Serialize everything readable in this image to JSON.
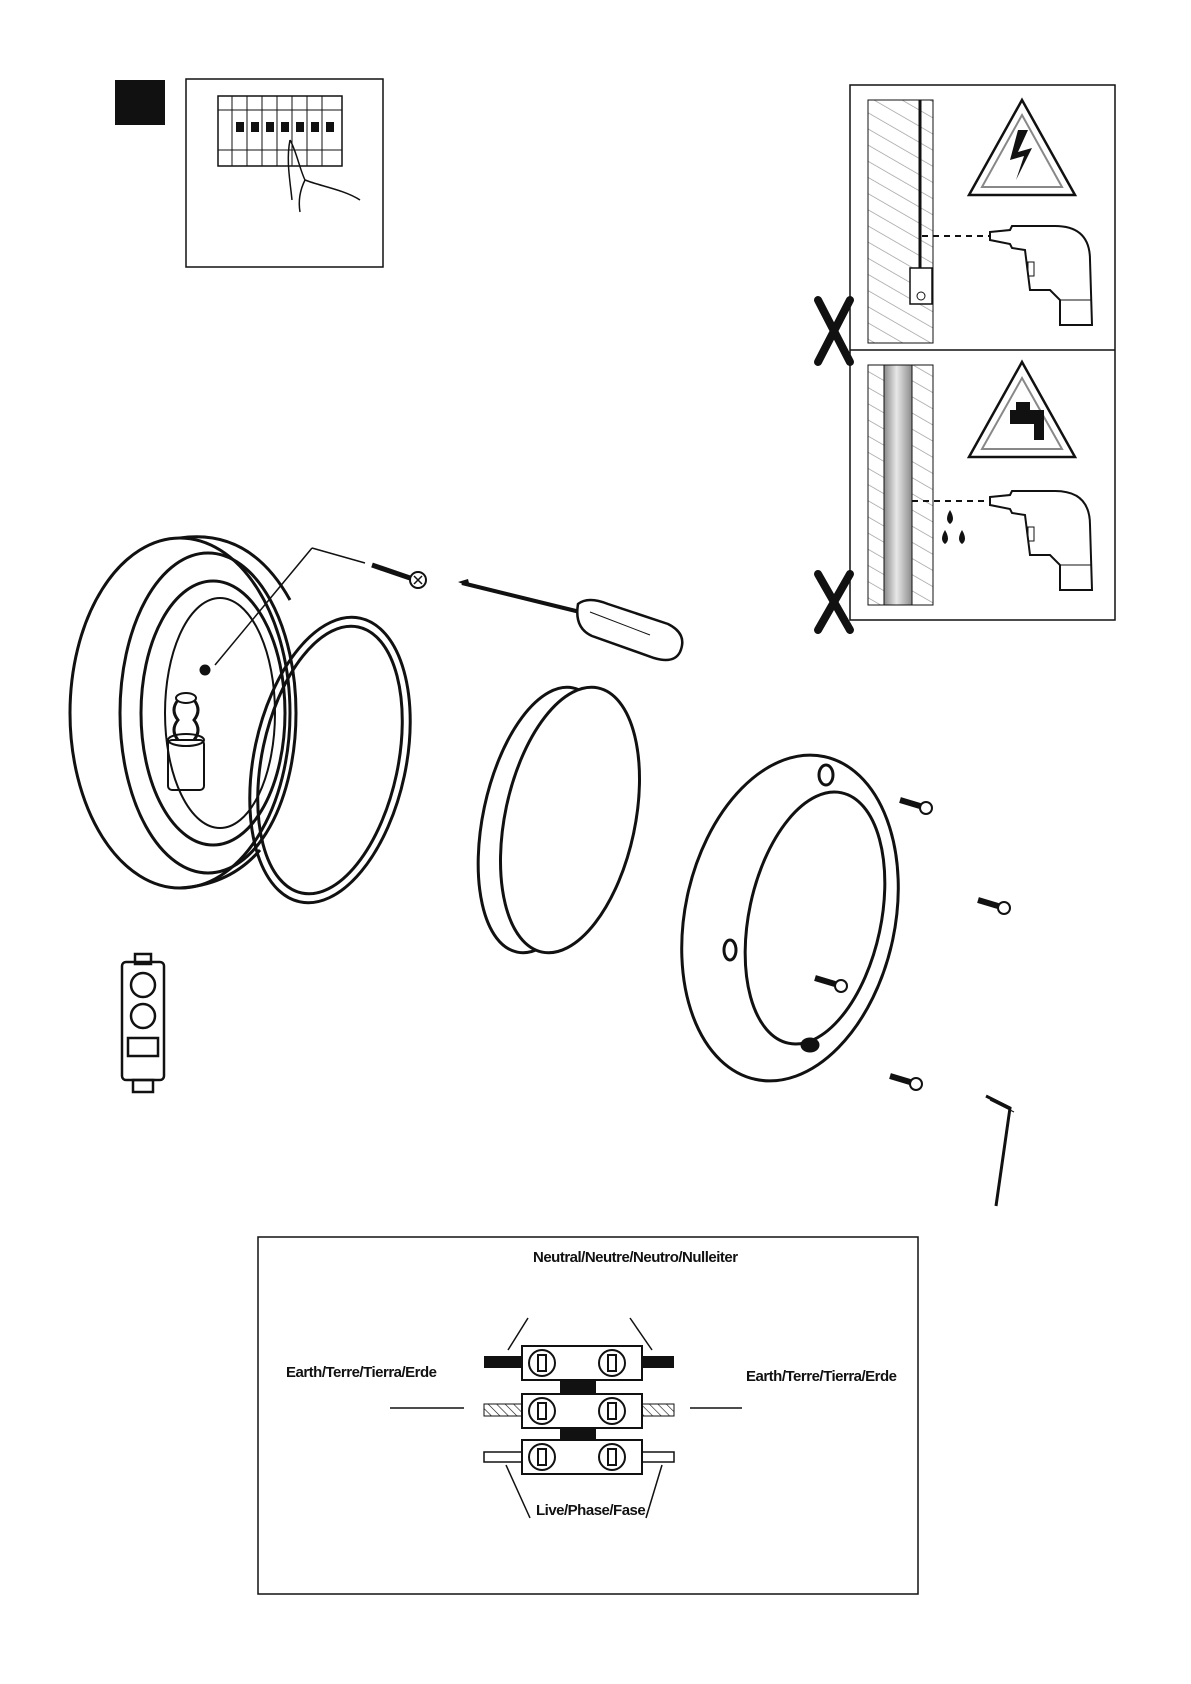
{
  "wiring": {
    "neutral_label": "Neutral/Neutre/Neutro/Nulleiter",
    "earth_left_label": "Earth/Terre/Tierra/Erde",
    "earth_right_label": "Earth/Terre/Tierra/Erde",
    "live_label": "Live/Phase/Fase"
  },
  "icons": {
    "step_marker": "black-square-icon",
    "breaker": "circuit-breaker-switch-off-icon",
    "electric_warning": "high-voltage-warning-icon",
    "water_warning": "water-pipe-warning-icon",
    "drill": "drill-icon",
    "prohibited": "x-mark-icon",
    "screwdriver": "screwdriver-icon",
    "allen_key": "allen-key-icon",
    "terminal_block": "terminal-block-icon"
  },
  "colors": {
    "ink": "#111111",
    "hatch": "#9a9a9a",
    "pipe": "#bbbbbb"
  }
}
